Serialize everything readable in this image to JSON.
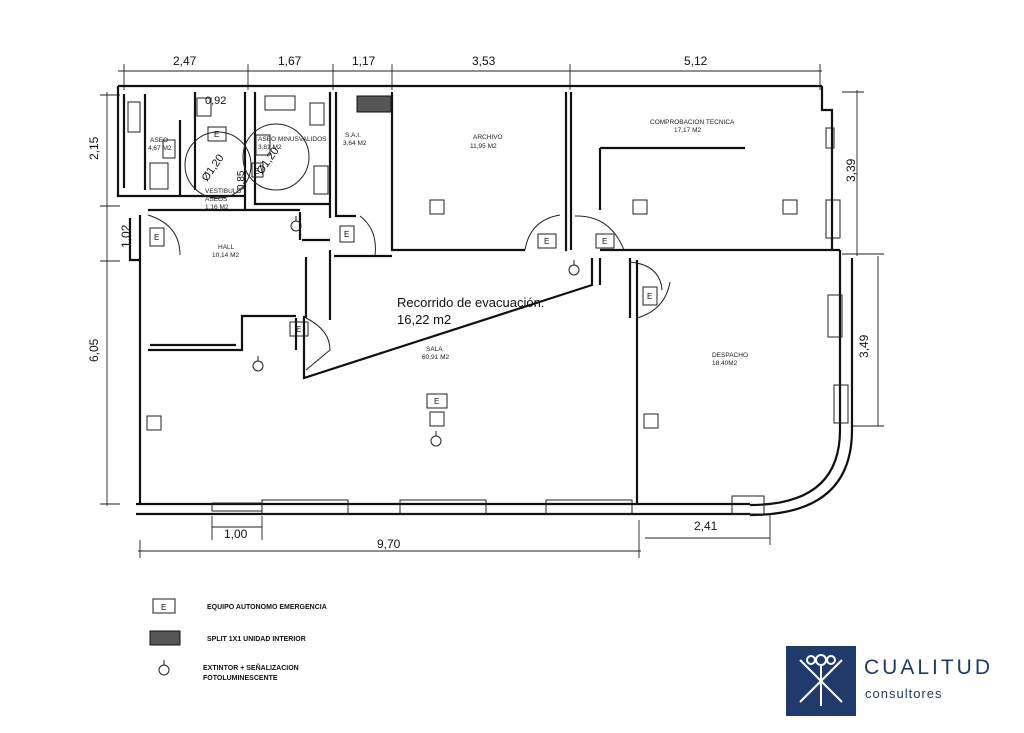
{
  "dimensions": {
    "top": [
      "2,47",
      "1,67",
      "1,17",
      "3,53",
      "5,12"
    ],
    "left": [
      "2,15",
      "1,02",
      "6,05"
    ],
    "right": [
      "3,39",
      "3,49"
    ],
    "bottom": [
      "1,00",
      "9,70",
      "2,41"
    ],
    "inner": [
      "0,92",
      "Ø1,20",
      "Ø1,20",
      "0,85"
    ]
  },
  "rooms": {
    "aseo": {
      "name": "ASEO",
      "area": "4,67 M2"
    },
    "aseo_minusvalidos": {
      "name": "ASEO MINUSVALIDOS",
      "area": "3,81 M2"
    },
    "vestibulo": {
      "name": "VESTIBULO",
      "sub": "ASEOS",
      "area": "1,16 M2"
    },
    "sai": {
      "name": "S.A.I.",
      "area": "3,64 M2"
    },
    "archivo": {
      "name": "ARCHIVO",
      "area": "11,95 M2"
    },
    "comprobacion": {
      "name": "COMPROBACION TECNICA",
      "area": "17,17 M2"
    },
    "hall": {
      "name": "HALL",
      "area": "10,14 M2"
    },
    "sala": {
      "name": "SALA",
      "area": "60,91 M2"
    },
    "despacho": {
      "name": "DESPACHO",
      "area": "18,40M2"
    }
  },
  "evacuation": {
    "line1": "Recorrido de evacuación:",
    "line2": "16,22 m2"
  },
  "emergency_letter": "E",
  "legend": [
    {
      "icon": "emergency-light-icon",
      "label": "EQUIPO AUTONOMO EMERGENCIA"
    },
    {
      "icon": "split-unit-icon",
      "label": "SPLIT 1X1  UNIDAD INTERIOR"
    },
    {
      "icon": "extinguisher-icon",
      "label": "EXTINTOR + SEÑALIZACION",
      "label2": "FOTOLUMINESCENTE"
    }
  ],
  "brand": {
    "name": "CUALITUD",
    "sub": "consultores",
    "color": "#1f3a6b"
  }
}
